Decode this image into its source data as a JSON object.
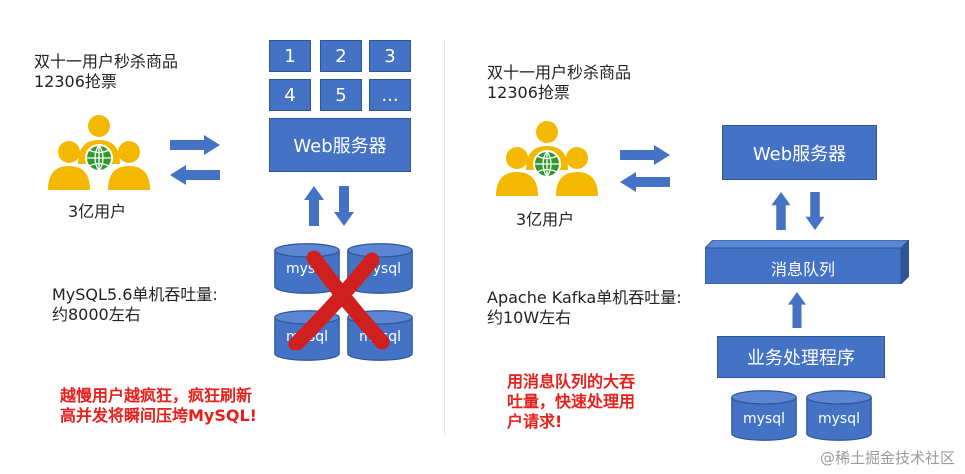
{
  "left": {
    "heading_line1": "双十一用户秒杀商品",
    "heading_line2": "12306抢票",
    "users_label": "3亿用户",
    "grid_cells": [
      "1",
      "2",
      "3",
      "4",
      "5",
      "..."
    ],
    "web_server": "Web服务器",
    "db_labels": [
      "mysql",
      "mysql",
      "mysql",
      "mysql"
    ],
    "throughput_line1": "MySQL5.6单机吞吐量:",
    "throughput_line2": "约8000左右",
    "warning_line1": "越慢用户越疯狂，疯狂刷新",
    "warning_line2": "高并发将瞬间压垮MySQL!"
  },
  "right": {
    "heading_line1": "双十一用户秒杀商品",
    "heading_line2": "12306抢票",
    "users_label": "3亿用户",
    "web_server": "Web服务器",
    "queue": "消息队列",
    "processor": "业务处理程序",
    "db_labels": [
      "mysql",
      "mysql"
    ],
    "throughput_line1": "Apache Kafka单机吞吐量:",
    "throughput_line2": "约10W左右",
    "note_line1": "用消息队列的大吞",
    "note_line2": "吐量，快速处理用",
    "note_line3": "户请求!"
  },
  "watermark": "@稀土掘金技术社区",
  "colors": {
    "box": "#4472c4",
    "box_border": "#2f5597",
    "arrow": "#4472c4",
    "cross": "#d01f1f",
    "alert_text": "#e8201c",
    "people": "#f5b800",
    "globe": "#2e9a2e"
  }
}
